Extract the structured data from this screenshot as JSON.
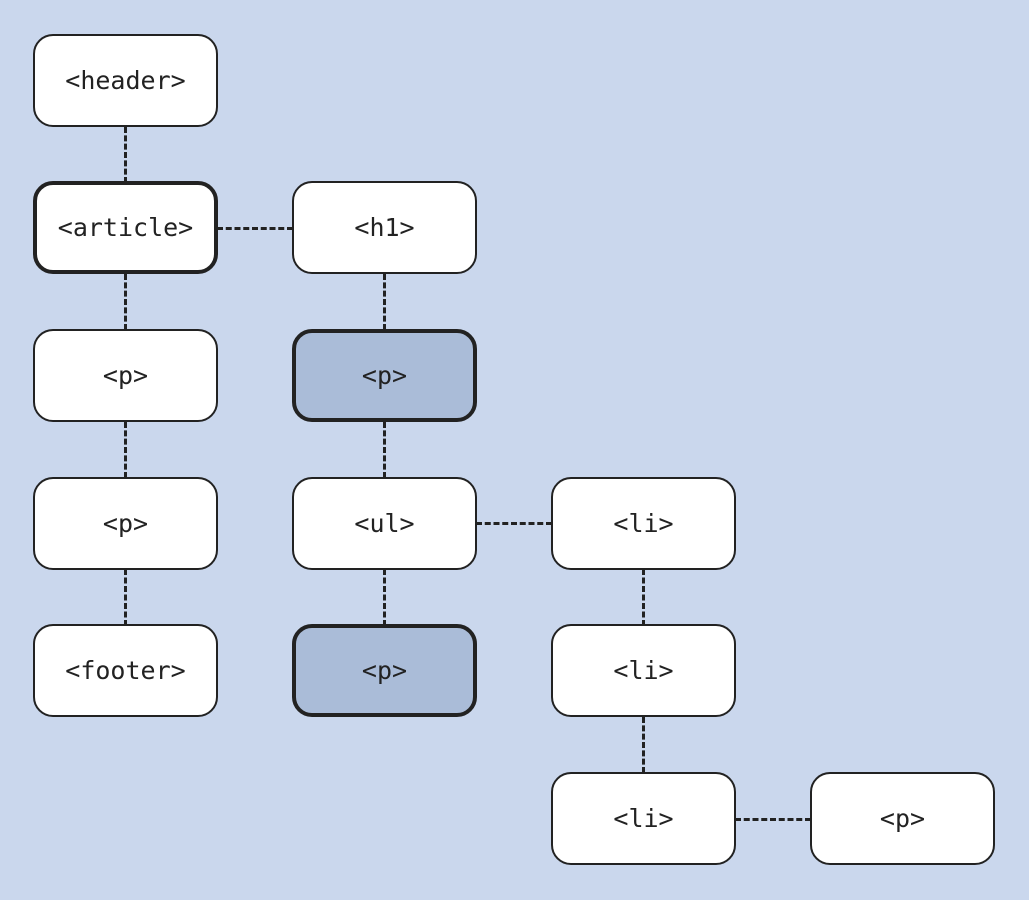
{
  "diagram": {
    "background": "#cad7ed",
    "highlight_color": "#aabcd8",
    "nodes": {
      "header": "<header>",
      "article": "<article>",
      "h1": "<h1>",
      "p1": "<p>",
      "p2": "<p>",
      "p_highlight_1": "<p>",
      "ul": "<ul>",
      "li1": "<li>",
      "footer": "<footer>",
      "p_highlight_2": "<p>",
      "li2": "<li>",
      "li3": "<li>",
      "p_last": "<p>"
    },
    "highlighted_nodes": [
      "p_highlight_1",
      "p_highlight_2"
    ],
    "emphasized_nodes": [
      "article"
    ]
  }
}
